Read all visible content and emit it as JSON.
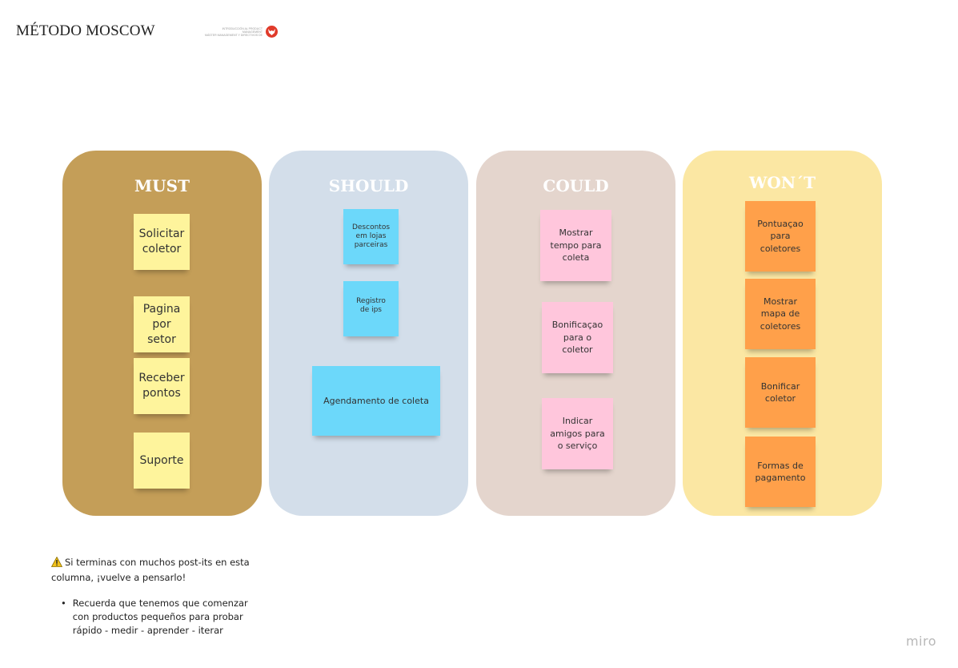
{
  "board": {
    "title": "MÉTODO MOSCOW",
    "logo_line1": "INTRODUCCIÓN AL PRODUCT MANAGEMENT",
    "logo_line2": "MÁSTER MANAGEMENT Y DIRECTIVOS DE",
    "logo_icon": "fox-icon",
    "watermark": "miro"
  },
  "columns": {
    "must": {
      "header": "MUST",
      "color": "#c49e58",
      "notes": [
        "Solicitar coletor",
        "Pagina por setor",
        "Receber pontos",
        "Suporte"
      ]
    },
    "should": {
      "header": "SHOULD",
      "color": "#d3deea",
      "notes": [
        "Descontos em lojas parceiras",
        "Registro de ips",
        "Agendamento de coleta"
      ]
    },
    "could": {
      "header": "COULD",
      "color": "#e4d5cd",
      "notes": [
        "Mostrar tempo para coleta",
        "Bonificaçao para o coletor",
        "Indicar amigos para o serviço"
      ]
    },
    "wont": {
      "header": "WON´T",
      "color": "#fbe7a3",
      "notes": [
        "Pontuaçao para coletores",
        "Mostrar mapa de coletores",
        "Bonificar coletor",
        "Formas de pagamento"
      ]
    }
  },
  "notes_palette": {
    "yellow": "#fef49c",
    "blue": "#6cd8fa",
    "pink": "#ffc6dc",
    "orange": "#ffa04a"
  },
  "warning": {
    "icon": "warning-icon",
    "text": "Si terminas con muchos post-its en esta columna, ¡vuelve a pensarlo!",
    "bullet": "Recuerda que tenemos que comenzar con productos pequeños para probar rápido - medir - aprender - iterar"
  }
}
